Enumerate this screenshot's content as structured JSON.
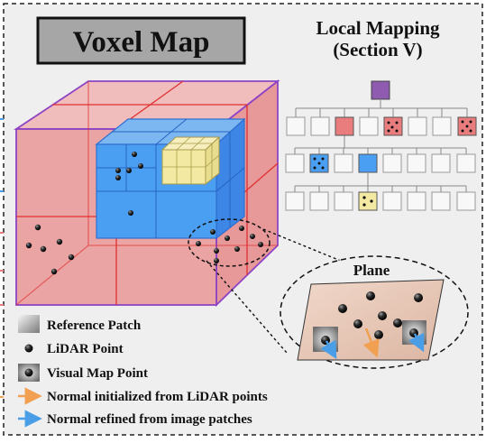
{
  "title": "Voxel Map",
  "local_mapping": {
    "line1": "Local Mapping",
    "line2": "(Section V)"
  },
  "plane_label": "Plane",
  "legend": {
    "reference_patch": "Reference Patch",
    "lidar_point": "LiDAR Point",
    "visual_map_point": "Visual Map Point",
    "normal_lidar": "Normal initialized from LiDAR points",
    "normal_image": "Normal refined from image patches"
  },
  "colors": {
    "voxel_red": "#e97d7d",
    "voxel_blue": "#4a9ff2",
    "voxel_yellow": "#f3e9a2",
    "tree_root": "#8e5bb0",
    "arrow_orange": "#f0a050",
    "arrow_blue": "#4a9ee8",
    "plane_fill": "#e8c9b8",
    "background": "#efefef"
  }
}
